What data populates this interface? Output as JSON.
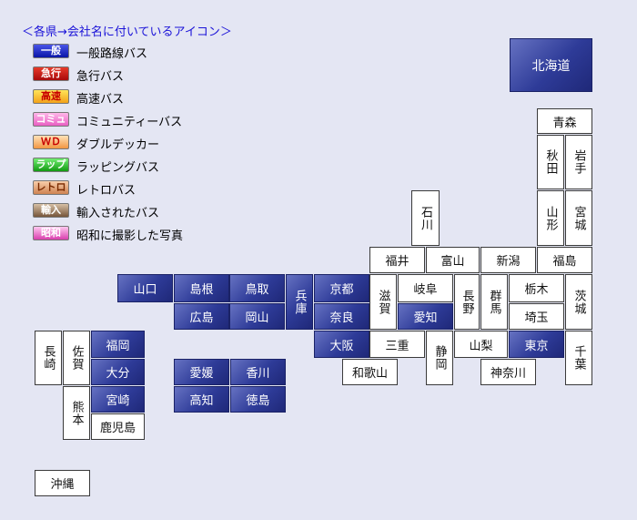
{
  "legend": {
    "title": "＜各県→会社名に付いているアイコン＞",
    "items": [
      {
        "badge": "一般",
        "text": "一般路線バス",
        "cls": "b-ippan"
      },
      {
        "badge": "急行",
        "text": "急行バス",
        "cls": "b-kyuko"
      },
      {
        "badge": "高速",
        "text": "高速バス",
        "cls": "b-kosoku"
      },
      {
        "badge": "コミュ",
        "text": "コミュニティーバス",
        "cls": "b-comi"
      },
      {
        "badge": "ＷＤ",
        "text": "ダブルデッカー",
        "cls": "b-wd"
      },
      {
        "badge": "ラップ",
        "text": "ラッピングバス",
        "cls": "b-wrap"
      },
      {
        "badge": "レトロ",
        "text": "レトロバス",
        "cls": "b-retro"
      },
      {
        "badge": "輸入",
        "text": "輸入されたバス",
        "cls": "b-yunyu"
      },
      {
        "badge": "昭和",
        "text": "昭和に撮影した写真",
        "cls": "b-showa"
      }
    ]
  },
  "prefectures": [
    {
      "id": "hokkaido",
      "label": "北海道",
      "style": "blue"
    },
    {
      "id": "aomori",
      "label": "青森",
      "style": "white"
    },
    {
      "id": "akita",
      "label": "秋田",
      "style": "white"
    },
    {
      "id": "iwate",
      "label": "岩手",
      "style": "white"
    },
    {
      "id": "yamagata",
      "label": "山形",
      "style": "white"
    },
    {
      "id": "miyagi",
      "label": "宮城",
      "style": "white"
    },
    {
      "id": "ishikawa",
      "label": "石川",
      "style": "white"
    },
    {
      "id": "fukui",
      "label": "福井",
      "style": "white"
    },
    {
      "id": "toyama",
      "label": "富山",
      "style": "white"
    },
    {
      "id": "niigata",
      "label": "新潟",
      "style": "white"
    },
    {
      "id": "fukushima",
      "label": "福島",
      "style": "white"
    },
    {
      "id": "yamaguchi",
      "label": "山口",
      "style": "blue"
    },
    {
      "id": "shimane",
      "label": "島根",
      "style": "blue"
    },
    {
      "id": "tottori",
      "label": "鳥取",
      "style": "blue"
    },
    {
      "id": "hyogo",
      "label": "兵庫",
      "style": "blue"
    },
    {
      "id": "kyoto",
      "label": "京都",
      "style": "blue"
    },
    {
      "id": "shiga",
      "label": "滋賀",
      "style": "white"
    },
    {
      "id": "gifu",
      "label": "岐阜",
      "style": "white"
    },
    {
      "id": "nagano",
      "label": "長野",
      "style": "white"
    },
    {
      "id": "gunma",
      "label": "群馬",
      "style": "white"
    },
    {
      "id": "tochigi",
      "label": "栃木",
      "style": "white"
    },
    {
      "id": "ibaraki",
      "label": "茨城",
      "style": "white"
    },
    {
      "id": "hiroshima",
      "label": "広島",
      "style": "blue"
    },
    {
      "id": "okayama",
      "label": "岡山",
      "style": "blue"
    },
    {
      "id": "nara",
      "label": "奈良",
      "style": "blue"
    },
    {
      "id": "aichi",
      "label": "愛知",
      "style": "blue"
    },
    {
      "id": "saitama",
      "label": "埼玉",
      "style": "white"
    },
    {
      "id": "osaka",
      "label": "大阪",
      "style": "blue"
    },
    {
      "id": "mie",
      "label": "三重",
      "style": "white"
    },
    {
      "id": "shizuoka",
      "label": "静岡",
      "style": "white"
    },
    {
      "id": "yamanashi",
      "label": "山梨",
      "style": "white"
    },
    {
      "id": "tokyo",
      "label": "東京",
      "style": "blue"
    },
    {
      "id": "chiba",
      "label": "千葉",
      "style": "white"
    },
    {
      "id": "wakayama",
      "label": "和歌山",
      "style": "white"
    },
    {
      "id": "kanagawa",
      "label": "神奈川",
      "style": "white"
    },
    {
      "id": "nagasaki",
      "label": "長崎",
      "style": "white"
    },
    {
      "id": "saga",
      "label": "佐賀",
      "style": "white"
    },
    {
      "id": "fukuoka",
      "label": "福岡",
      "style": "blue"
    },
    {
      "id": "oita",
      "label": "大分",
      "style": "blue"
    },
    {
      "id": "kumamoto",
      "label": "熊本",
      "style": "white"
    },
    {
      "id": "miyazaki",
      "label": "宮崎",
      "style": "blue"
    },
    {
      "id": "kagoshima",
      "label": "鹿児島",
      "style": "white"
    },
    {
      "id": "ehime",
      "label": "愛媛",
      "style": "blue"
    },
    {
      "id": "kagawa",
      "label": "香川",
      "style": "blue"
    },
    {
      "id": "kochi",
      "label": "高知",
      "style": "blue"
    },
    {
      "id": "tokushima",
      "label": "徳島",
      "style": "blue"
    },
    {
      "id": "okinawa",
      "label": "沖縄",
      "style": "white"
    }
  ]
}
